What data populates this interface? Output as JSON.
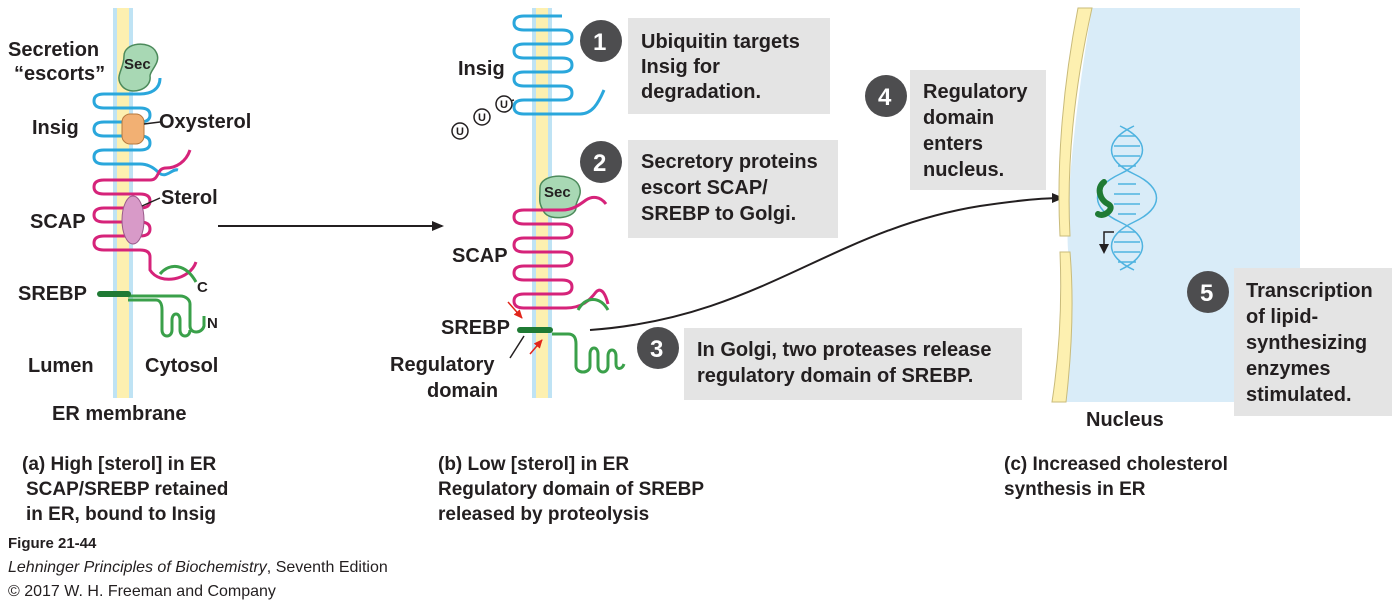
{
  "panel_a": {
    "secretion_escorts": [
      "Secretion",
      "“escorts”"
    ],
    "sec": "Sec",
    "insig": "Insig",
    "oxysterol": "Oxysterol",
    "sterol": "Sterol",
    "scap": "SCAP",
    "srebp": "SREBP",
    "c_term": "C",
    "n_term": "N",
    "lumen": "Lumen",
    "cytosol": "Cytosol",
    "er_membrane": "ER membrane",
    "caption": [
      "(a)  High [sterol] in ER",
      "SCAP/SREBP retained",
      "in ER, bound to Insig"
    ]
  },
  "panel_b": {
    "insig": "Insig",
    "ubiquitin": "U",
    "sec": "Sec",
    "scap": "SCAP",
    "srebp": "SREBP",
    "regulatory_domain": [
      "Regulatory",
      "domain"
    ],
    "caption": [
      "(b)  Low [sterol] in ER",
      "Regulatory domain of SREBP",
      "released by proteolysis"
    ]
  },
  "panel_c": {
    "nucleus": "Nucleus",
    "caption": [
      "(c)  Increased cholesterol",
      "synthesis in ER"
    ]
  },
  "steps": [
    {
      "number": "1",
      "text": [
        "Ubiquitin targets",
        "Insig for",
        "degradation."
      ]
    },
    {
      "number": "2",
      "text": [
        "Secretory proteins",
        "escort SCAP/",
        "SREBP to Golgi."
      ]
    },
    {
      "number": "3",
      "text": [
        "In Golgi, two proteases release",
        "regulatory domain of SREBP."
      ]
    },
    {
      "number": "4",
      "text": [
        "Regulatory",
        "domain",
        "enters",
        "nucleus."
      ]
    },
    {
      "number": "5",
      "text": [
        "Transcription",
        "of lipid-",
        "synthesizing",
        "enzymes",
        "stimulated."
      ]
    }
  ],
  "credit": {
    "figure": "Figure 21-44",
    "book_title": "Lehninger Principles of Biochemistry",
    "edition": ", Seventh Edition",
    "copyright": "© 2017 W. H. Freeman and Company"
  },
  "colors": {
    "insig": "#2aa7dc",
    "scap": "#d6237a",
    "srebp": "#3aa04a",
    "srebp_regulatory": "#1f7a34",
    "membrane_yellow": "#fdf0b0",
    "membrane_blue": "#bfe3f4",
    "sec_green": "#a8d8b4",
    "oxysterol": "#f2b073",
    "sterol": "#d89ac8",
    "step_circle": "#4d4d4f",
    "step_box": "#e4e4e4",
    "nucleus": "#d9ecf8",
    "dna": "#4fb3e0",
    "protease_arrow": "#e1251b"
  }
}
